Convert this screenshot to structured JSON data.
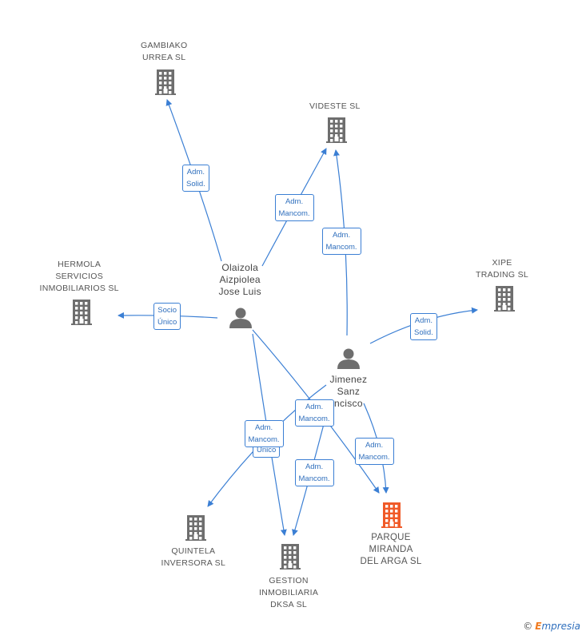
{
  "nodes": {
    "gambiako": {
      "label": "GAMBIAKO\nURREA SL",
      "type": "company",
      "color": "#6e6e6e"
    },
    "videste": {
      "label": "VIDESTE SL",
      "type": "company",
      "color": "#6e6e6e"
    },
    "hermola": {
      "label": "HERMOLA\nSERVICIOS\nINMOBILIARIOS SL",
      "type": "company",
      "color": "#6e6e6e"
    },
    "xipe": {
      "label": "XIPE\nTRADING SL",
      "type": "company",
      "color": "#6e6e6e"
    },
    "olaizola": {
      "label": "Olaizola\nAizpiolea\nJose Luis",
      "type": "person",
      "color": "#6e6e6e"
    },
    "jimenez": {
      "label": "Jimenez\nSanz\nncisco",
      "type": "person",
      "color": "#6e6e6e"
    },
    "quintela": {
      "label": "QUINTELA\nINVERSORA SL",
      "type": "company",
      "color": "#6e6e6e"
    },
    "gestion": {
      "label": "GESTION\nINMOBILIARIA\nDKSA SL",
      "type": "company",
      "color": "#6e6e6e"
    },
    "parque": {
      "label": "PARQUE\nMIRANDA\nDEL ARGA SL",
      "type": "company",
      "color": "#f05a28"
    }
  },
  "edges": [
    {
      "from": "olaizola",
      "to": "gambiako",
      "label": "Adm.\nSolid."
    },
    {
      "from": "olaizola",
      "to": "videste",
      "label": "Adm.\nMancom."
    },
    {
      "from": "jimenez",
      "to": "videste",
      "label": "Adm.\nMancom."
    },
    {
      "from": "olaizola",
      "to": "hermola",
      "label": "Socio\nÚnico"
    },
    {
      "from": "jimenez",
      "to": "xipe",
      "label": "Adm.\nSolid."
    },
    {
      "from": "jimenez",
      "to": "quintela",
      "label": "Adm.\nMancom."
    },
    {
      "from": "olaizola",
      "to": "gestion",
      "label": "Socio\nÚnico"
    },
    {
      "from": "jimenez",
      "to": "gestion",
      "label": "Adm.\nMancom."
    },
    {
      "from": "olaizola",
      "to": "parque",
      "label": "Adm.\nMancom."
    },
    {
      "from": "jimenez",
      "to": "parque",
      "label": "Adm.\nMancom."
    }
  ],
  "edge_color": "#3b7fd4",
  "brand": {
    "copyright": "©",
    "initial": "E",
    "rest": "mpresia"
  }
}
